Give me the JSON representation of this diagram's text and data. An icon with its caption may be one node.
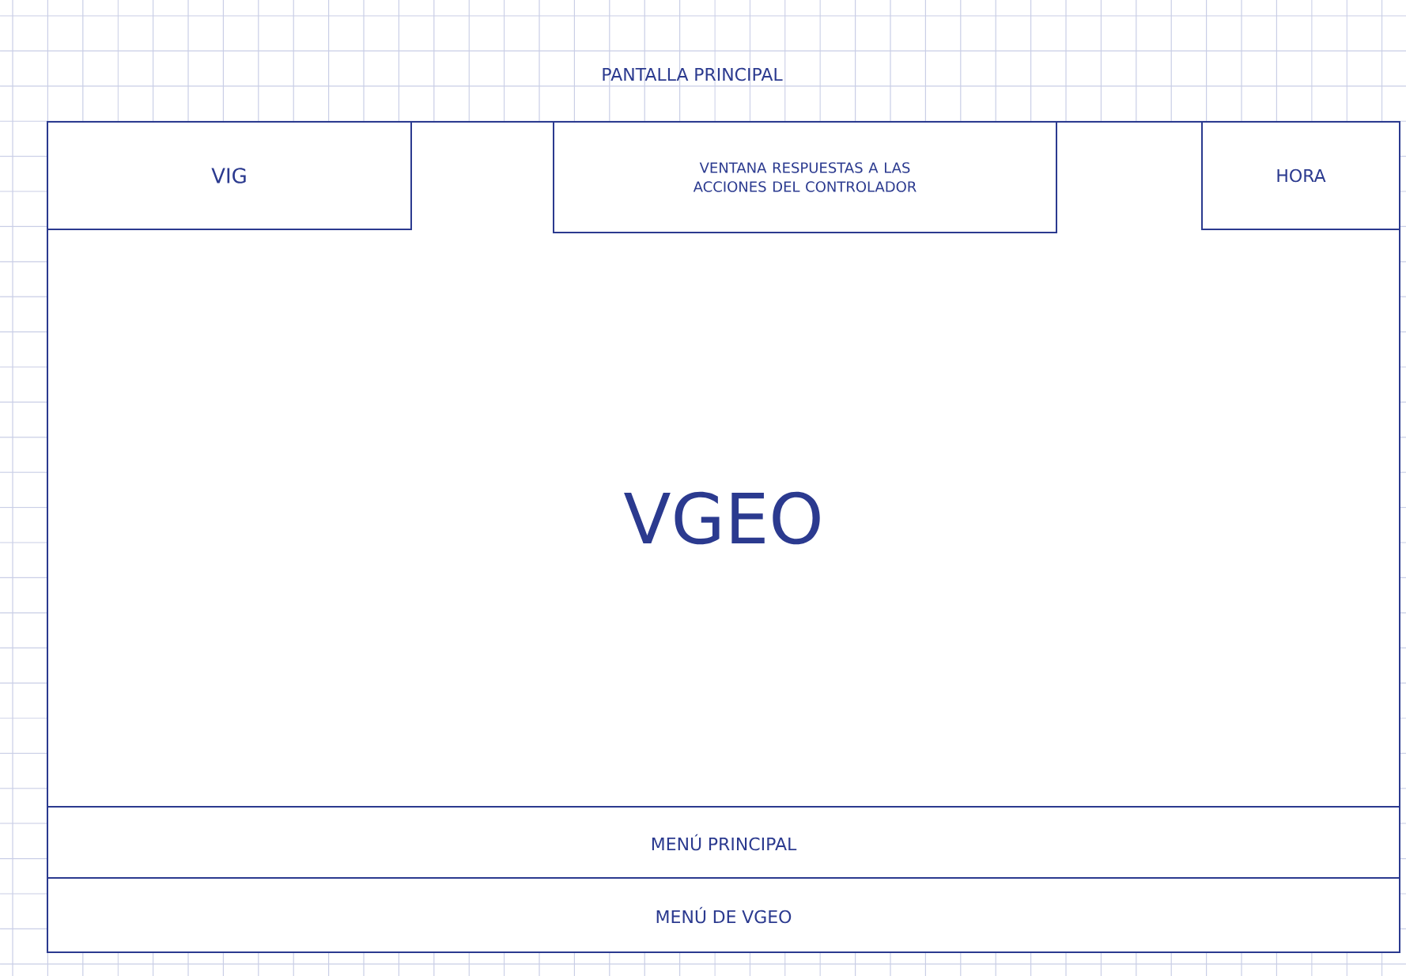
{
  "diagram": {
    "nodes": [
      {
        "text": [
          "PANTALLA PRINCIPAL"
        ]
      },
      {
        "text": [
          "VIG"
        ],
        "in": 0
      },
      {
        "text": [
          "VENTANA RESPUESTAS A LAS ACCIONES DEL CONTROLADOR"
        ],
        "in": 0
      },
      {
        "text": [
          "HORA"
        ],
        "in": 0
      },
      {
        "text": [
          "VGEO"
        ],
        "in": 0
      },
      {
        "text": [
          "MENÚ PRINCIPAL"
        ],
        "in": 0
      },
      {
        "text": [
          "MENÚ DE VGEO"
        ],
        "in": 0
      }
    ]
  }
}
